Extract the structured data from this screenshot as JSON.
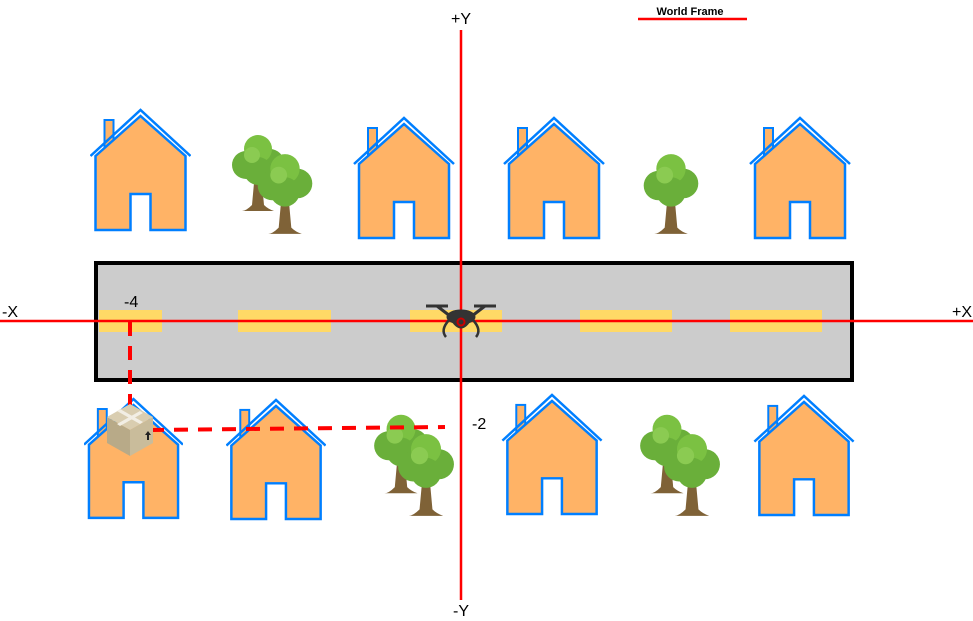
{
  "legend": {
    "label": "World Frame",
    "color": "#FF0000"
  },
  "axes": {
    "pos_y": "+Y",
    "neg_y": "-Y",
    "neg_x": "-X",
    "pos_x": "+X"
  },
  "markers": {
    "x_value": "-4",
    "y_value": "-2"
  },
  "colors": {
    "house_fill": "#FFB366",
    "house_stroke": "#007FFF",
    "road": "#CCCCCC",
    "lane": "#FFD966",
    "axis": "#FF0000"
  },
  "icons": [
    "house-icon",
    "tree-icon",
    "drone-icon",
    "package-icon"
  ]
}
